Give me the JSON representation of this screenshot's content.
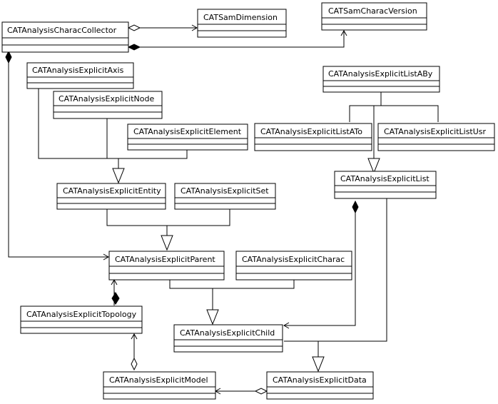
{
  "diagram": {
    "type": "uml-class-diagram",
    "classes": {
      "collector": "CATAnalysisCharacCollector",
      "sam_dimension": "CATSamDimension",
      "sam_charac_version": "CATSamCharacVersion",
      "explicit_axis": "CATAnalysisExplicitAxis",
      "explicit_list_aby": "CATAnalysisExplicitListABy",
      "explicit_node": "CATAnalysisExplicitNode",
      "explicit_element": "CATAnalysisExplicitElement",
      "explicit_list_ato": "CATAnalysisExplicitListATo",
      "explicit_list_usr": "CATAnalysisExplicitListUsr",
      "explicit_list": "CATAnalysisExplicitList",
      "explicit_entity": "CATAnalysisExplicitEntity",
      "explicit_set": "CATAnalysisExplicitSet",
      "explicit_parent": "CATAnalysisExplicitParent",
      "explicit_charac": "CATAnalysisExplicitCharac",
      "explicit_topology": "CATAnalysisExplicitTopology",
      "explicit_child": "CATAnalysisExplicitChild",
      "explicit_model": "CATAnalysisExplicitModel",
      "explicit_data": "CATAnalysisExplicitData"
    },
    "relations": [
      {
        "from": "collector",
        "to": "sam_dimension",
        "kind": "aggregation"
      },
      {
        "from": "collector",
        "to": "sam_charac_version",
        "kind": "composition"
      },
      {
        "from": "collector",
        "to": "explicit_parent",
        "kind": "composition"
      },
      {
        "from": "explicit_axis",
        "to": "explicit_entity",
        "kind": "generalization"
      },
      {
        "from": "explicit_node",
        "to": "explicit_entity",
        "kind": "generalization"
      },
      {
        "from": "explicit_element",
        "to": "explicit_entity",
        "kind": "generalization"
      },
      {
        "from": "explicit_entity",
        "to": "explicit_parent",
        "kind": "generalization"
      },
      {
        "from": "explicit_set",
        "to": "explicit_parent",
        "kind": "generalization"
      },
      {
        "from": "explicit_list_ato",
        "to": "explicit_list",
        "kind": "generalization"
      },
      {
        "from": "explicit_list_usr",
        "to": "explicit_list",
        "kind": "generalization"
      },
      {
        "from": "explicit_list_aby",
        "to": "explicit_list",
        "kind": "generalization"
      },
      {
        "from": "explicit_parent",
        "to": "explicit_child",
        "kind": "generalization"
      },
      {
        "from": "explicit_charac",
        "to": "explicit_child",
        "kind": "generalization"
      },
      {
        "from": "explicit_list",
        "to": "explicit_child",
        "kind": "composition"
      },
      {
        "from": "explicit_list",
        "to": "explicit_data",
        "kind": "generalization"
      },
      {
        "from": "explicit_child",
        "to": "explicit_data",
        "kind": "generalization"
      },
      {
        "from": "explicit_topology",
        "to": "explicit_parent",
        "kind": "composition"
      },
      {
        "from": "explicit_model",
        "to": "explicit_topology",
        "kind": "aggregation"
      },
      {
        "from": "explicit_data",
        "to": "explicit_model",
        "kind": "aggregation"
      }
    ]
  }
}
